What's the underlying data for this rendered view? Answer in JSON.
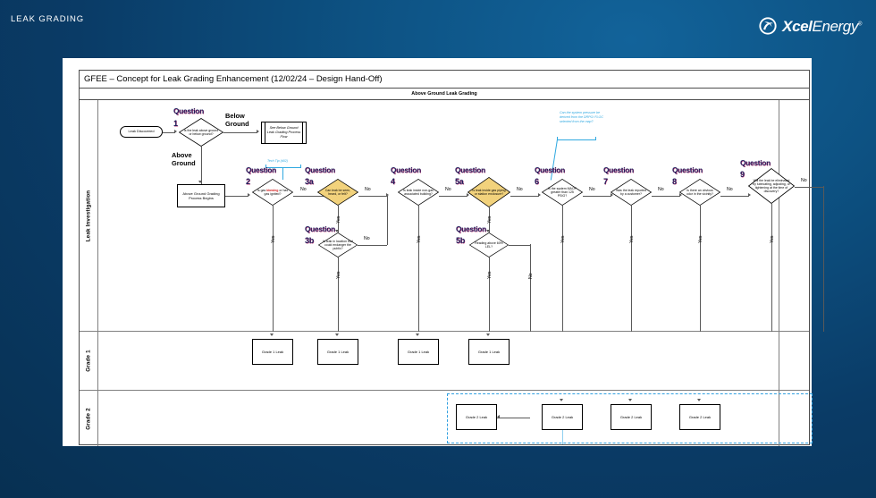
{
  "slide": {
    "title": "LEAK GRADING",
    "brand": {
      "name_bold": "Xcel",
      "name_light": "Energy",
      "reg": "®",
      "color": "#ffffff",
      "bg_color": "#0a5a8c"
    }
  },
  "document": {
    "title": "GFEE – Concept for Leak Grading Enhancement   (12/02/24 – Design Hand-Off)",
    "band_label": "Above Ground Leak Grading"
  },
  "lanes": [
    {
      "id": "leak-investigation",
      "label": "Leak Investigation"
    },
    {
      "id": "grade-1",
      "label": "Grade 1"
    },
    {
      "id": "grade-2",
      "label": "Grade 2"
    }
  ],
  "nodes": {
    "start": {
      "label": "Leak Discovered"
    },
    "below_ground_ref": {
      "label": "See Below Ground Leak Grading Process Flow"
    },
    "above_ground_begin": {
      "label": "Above Ground Grading Process Begins"
    }
  },
  "questions": [
    {
      "num": "1",
      "header": "Question",
      "text": "Is the leak above ground or below ground?",
      "fill": "#ffffff"
    },
    {
      "num": "2",
      "header": "Question",
      "text": "Is gas blowing or has gas ignited?",
      "fill": "#ffffff",
      "highlight_word": "blowing"
    },
    {
      "num": "3a",
      "header": "Question",
      "text": "Can leak be seen, heard, or felt?",
      "fill": "#f5d97a"
    },
    {
      "num": "3b",
      "header": "Question",
      "text": "Is leak in location that could endanger the public?",
      "fill": "#ffffff"
    },
    {
      "num": "4",
      "header": "Question",
      "text": "Is leak inside non-gas associated building?",
      "fill": "#ffffff"
    },
    {
      "num": "5a",
      "header": "Question",
      "text": "Is leak inside gas piping or station enclosure?",
      "fill": "#f5d97a"
    },
    {
      "num": "5b",
      "header": "Question",
      "text": "Reading above 60% LEL?",
      "fill": "#ffffff"
    },
    {
      "num": "6",
      "header": "Question",
      "text": "Is the system MAOP greater than 125 PSIG?",
      "fill": "#ffffff"
    },
    {
      "num": "7",
      "header": "Question",
      "text": "Was the leak reported by a customer?",
      "fill": "#ffffff"
    },
    {
      "num": "8",
      "header": "Question",
      "text": "Is there an obvious odor in the vicinity?",
      "fill": "#ffffff"
    },
    {
      "num": "9",
      "header": "Question",
      "text": "Will the leak be eliminated by lubricating, adjusting, or tightening at the time of discovery?",
      "fill": "#ffffff"
    }
  ],
  "edge_labels": {
    "below_ground": "Below\nGround",
    "above_ground": "Above\nGround",
    "yes": "Yes",
    "no": "No"
  },
  "annotations": [
    {
      "id": "tech-tip",
      "text": "Tech Tip (#02)",
      "color": "#2fa8e0"
    },
    {
      "id": "system-pressure-note",
      "text": "Can the system pressure be derived from the DRPO/ FLOC selected from the map?",
      "color": "#2fa8e0"
    }
  ],
  "outcomes": {
    "grade1_label": "Grade 1 Leak",
    "grade2_label": "Grade 2 Leak",
    "grade1_count": 4,
    "grade2_count": 4
  }
}
